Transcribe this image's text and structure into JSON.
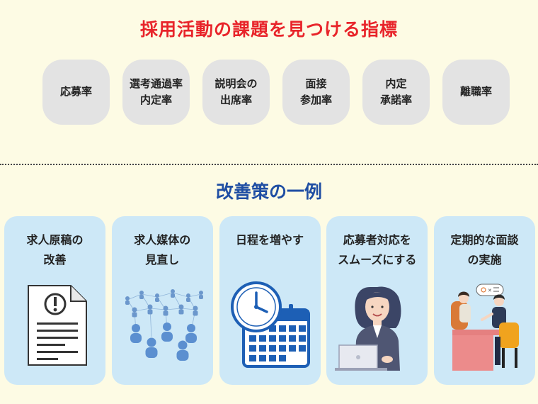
{
  "header": {
    "title": "採用活動の課題を見つける指標"
  },
  "kpis": [
    {
      "label": "応募率"
    },
    {
      "label": "選考通過率\n内定率"
    },
    {
      "label": "説明会の\n出席率"
    },
    {
      "label": "面接\n参加率"
    },
    {
      "label": "内定\n承諾率"
    },
    {
      "label": "離職率"
    }
  ],
  "improvements": {
    "title": "改善策の一例",
    "cards": [
      {
        "label": "求人原稿の\n改善",
        "icon": "document-warning-icon"
      },
      {
        "label": "求人媒体の\n見直し",
        "icon": "network-people-icon"
      },
      {
        "label": "日程を増やす",
        "icon": "clock-calendar-icon"
      },
      {
        "label": "応募者対応を\nスムーズにする",
        "icon": "woman-laptop-icon"
      },
      {
        "label": "定期的な面談\nの実施",
        "icon": "interview-meeting-icon"
      }
    ]
  },
  "colors": {
    "title_red": "#e8242a",
    "title_blue": "#1f4ea3",
    "kpi_bg": "#e3e3e3",
    "card_bg": "#cde8f7",
    "page_bg": "#fdfbe4"
  }
}
